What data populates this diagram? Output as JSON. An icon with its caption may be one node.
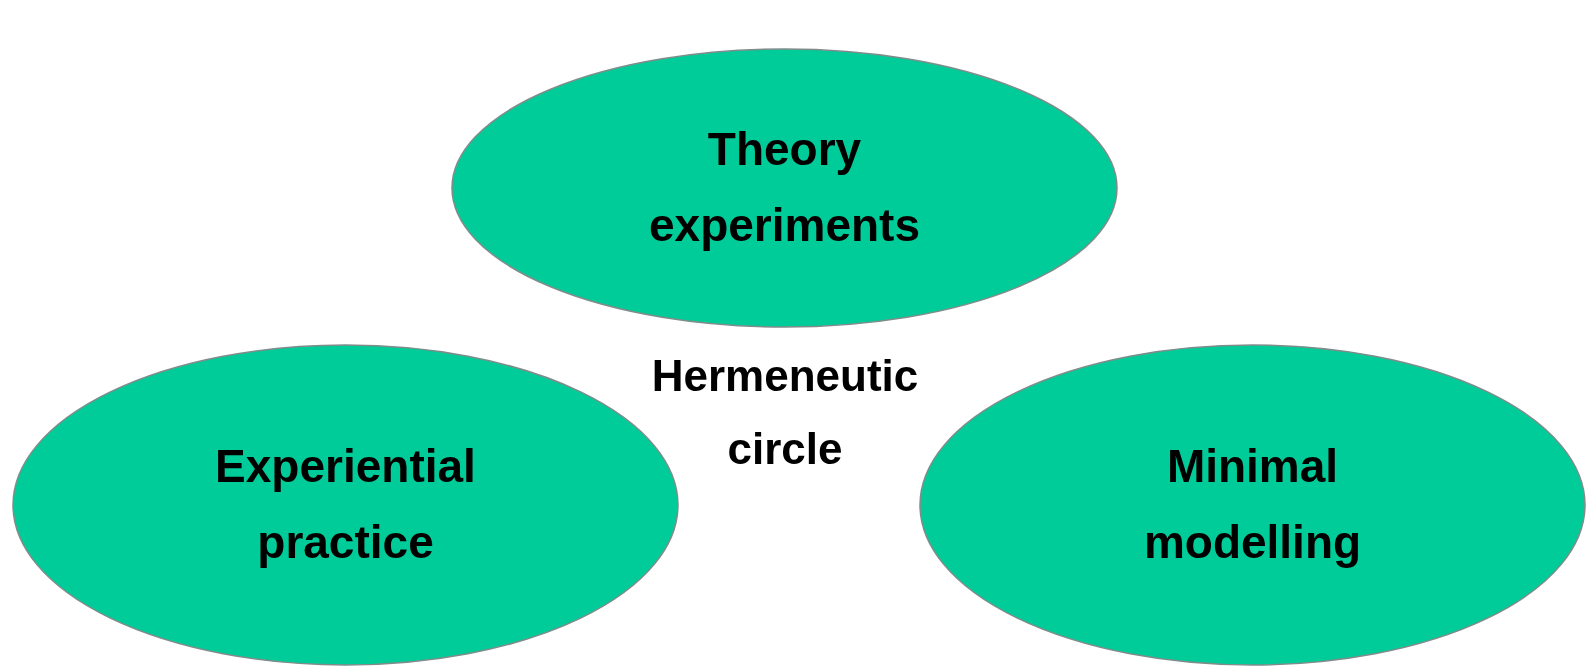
{
  "diagram": {
    "nodes": [
      {
        "text": [
          "Theory experiments"
        ]
      },
      {
        "text": [
          "Experiential practice"
        ]
      },
      {
        "text": [
          "Minimal modelling"
        ]
      }
    ],
    "labels": [
      "Hermeneutic circle"
    ]
  }
}
